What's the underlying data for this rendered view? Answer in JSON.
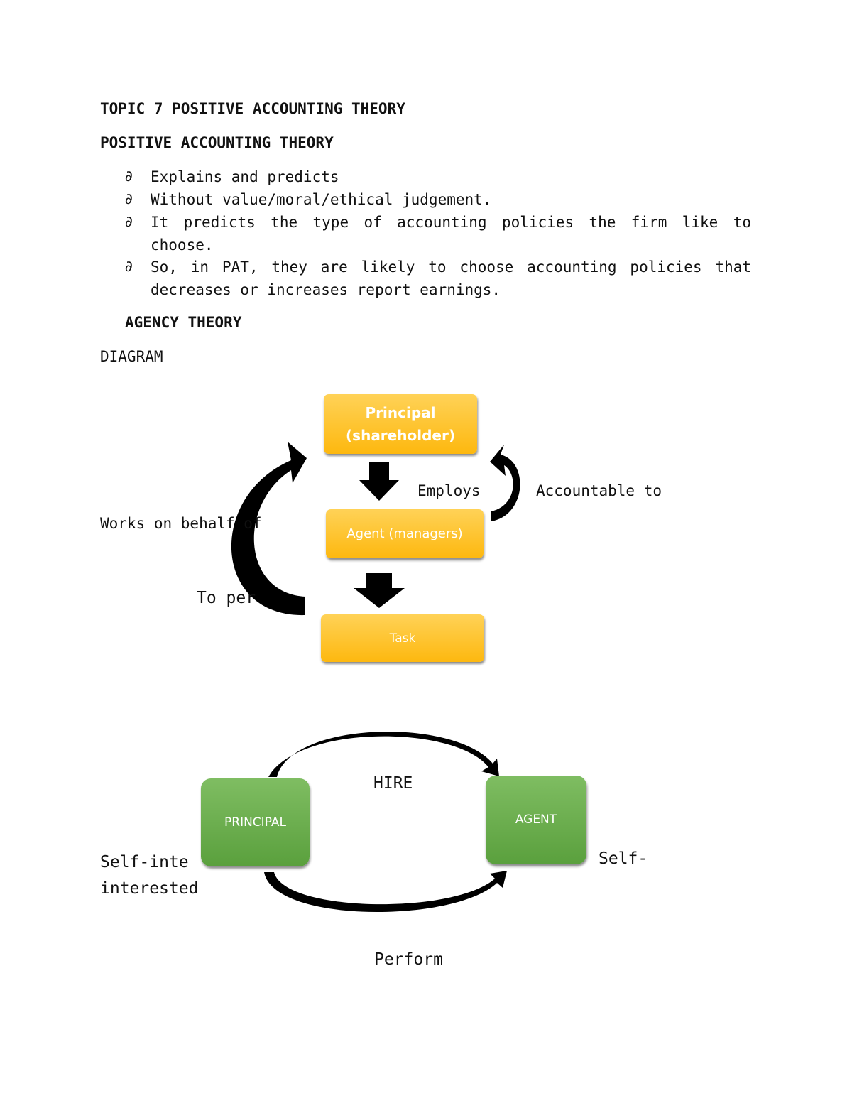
{
  "heading": "TOPIC 7 POSITIVE ACCOUNTING THEORY",
  "subheading": "POSITIVE ACCOUNTING THEORY",
  "bullet_symbol": "∂",
  "bullets": [
    {
      "line1": "Explains and predicts",
      "line2": ""
    },
    {
      "line1": "Without value/moral/ethical judgement.",
      "line2": ""
    },
    {
      "line1": "It predicts the type of accounting policies the firm like to",
      "line2": "choose."
    },
    {
      "line1": "So, in PAT, they are likely to choose accounting policies that",
      "line2": "decreases or increases report earnings."
    }
  ],
  "agency_heading": "AGENCY THEORY",
  "diagram_label": "DIAGRAM",
  "diagram1": {
    "principal_line1": "Principal",
    "principal_line2": "(shareholder)",
    "agent": "Agent (managers)",
    "task": "Task",
    "employs": "Employs",
    "accountable": "Accountable to",
    "works_on_behalf": "Works on behalf of",
    "to_perform": "To per"
  },
  "diagram2": {
    "principal": "PRINCIPAL",
    "agent": "AGENT",
    "hire": "HIRE",
    "perform": "Perform",
    "self_left_1": "Self-inte",
    "self_left_2": "interested",
    "self_right": "Self-"
  },
  "colors": {
    "orange_box": "#fdc030",
    "green_box": "#6aad4c",
    "arrow": "#000000"
  }
}
